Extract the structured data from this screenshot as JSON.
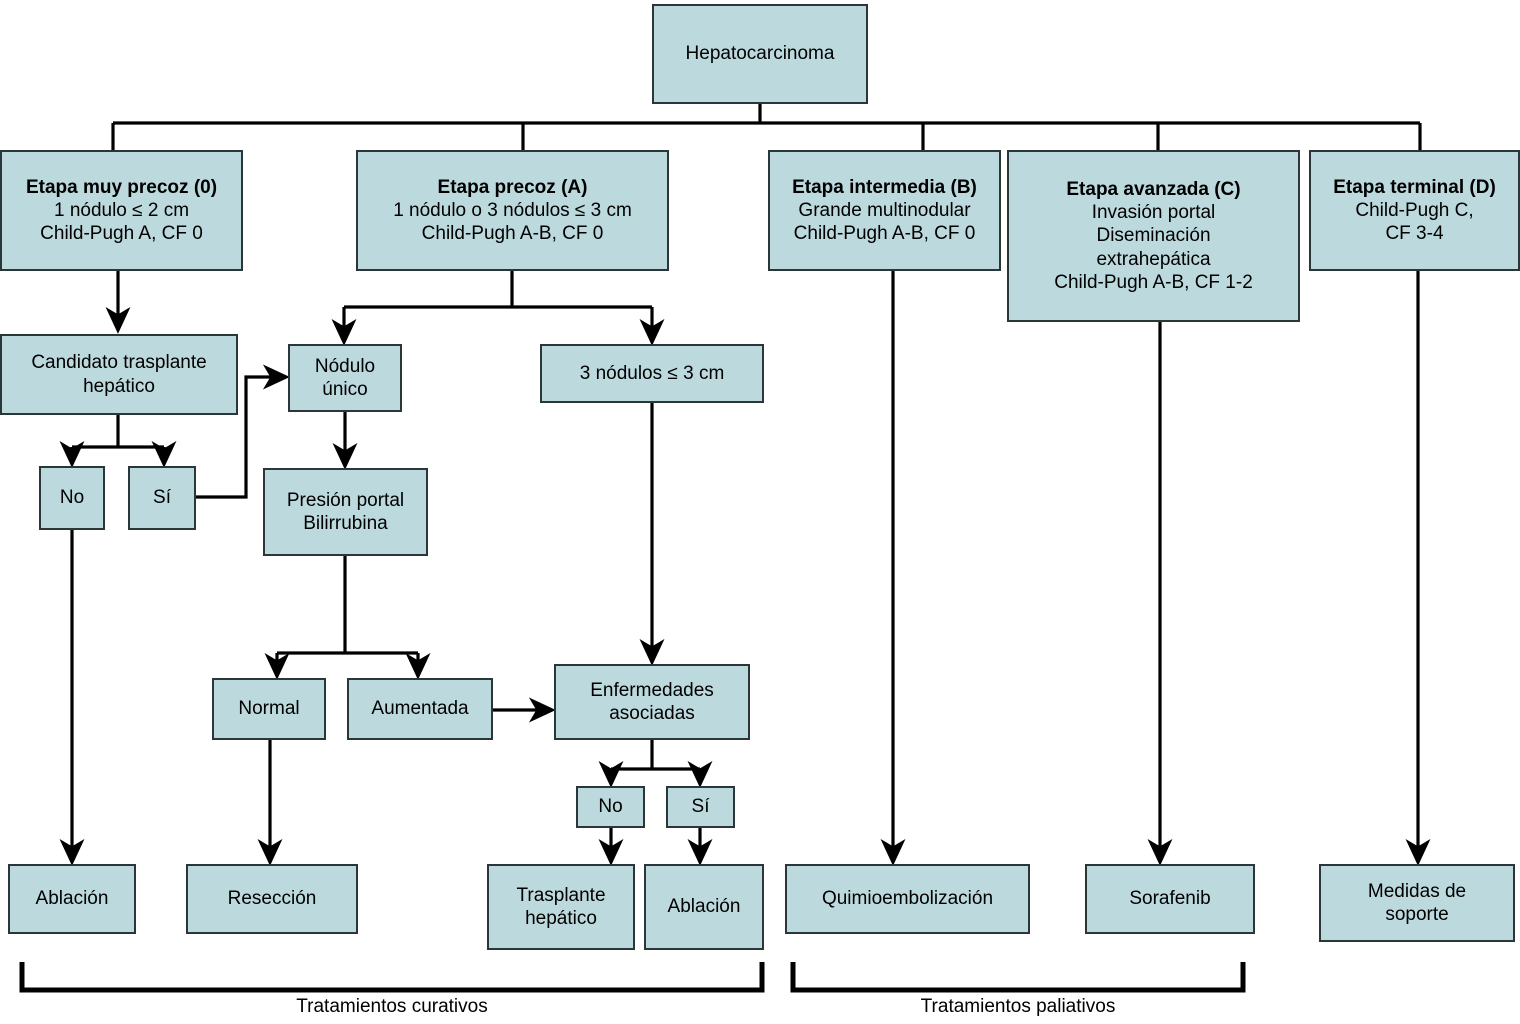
{
  "diagram": {
    "title": "Hepatocarcinoma",
    "colors": {
      "node_fill": "#bcd9de",
      "node_border": "#2b3638",
      "connector": "#000000",
      "background": "#ffffff"
    }
  },
  "nodes": {
    "root": {
      "label": "Hepatocarcinoma"
    },
    "stage0": {
      "title": "Etapa muy precoz (0)",
      "line1": "1 nódulo ≤ 2 cm",
      "line2": "Child-Pugh A, CF 0"
    },
    "stageA": {
      "title": "Etapa precoz (A)",
      "line1": "1 nódulo o 3 nódulos ≤ 3 cm",
      "line2": "Child-Pugh A-B, CF 0"
    },
    "stageB": {
      "title": "Etapa intermedia (B)",
      "line1": "Grande multinodular",
      "line2": "Child-Pugh A-B, CF 0"
    },
    "stageC": {
      "title": "Etapa avanzada (C)",
      "line1": "Invasión portal",
      "line2": "Diseminación",
      "line3": "extrahepática",
      "line4": "Child-Pugh A-B, CF 1-2"
    },
    "stageD": {
      "title": "Etapa terminal (D)",
      "line1": "Child-Pugh C,",
      "line2": "CF 3-4"
    },
    "candidato": {
      "line1": "Candidato trasplante",
      "line2": "hepático"
    },
    "cand_no": {
      "label": "No"
    },
    "cand_si": {
      "label": "Sí"
    },
    "nodulo_unico": {
      "line1": "Nódulo",
      "line2": "único"
    },
    "tres_nodulos": {
      "label": "3 nódulos ≤ 3 cm"
    },
    "presion_portal": {
      "line1": "Presión portal",
      "line2": "Bilirrubina"
    },
    "normal": {
      "label": "Normal"
    },
    "aumentada": {
      "label": "Aumentada"
    },
    "enfermedades": {
      "line1": "Enfermedades",
      "line2": "asociadas"
    },
    "enf_no": {
      "label": "No"
    },
    "enf_si": {
      "label": "Sí"
    },
    "ablacion_left": {
      "label": "Ablación"
    },
    "reseccion": {
      "label": "Resección"
    },
    "trasplante_hepatico": {
      "line1": "Trasplante",
      "line2": "hepático"
    },
    "ablacion_right": {
      "label": "Ablación"
    },
    "quimioembolizacion": {
      "label": "Quimioembolización"
    },
    "sorafenib": {
      "label": "Sorafenib"
    },
    "medidas_soporte": {
      "line1": "Medidas de",
      "line2": "soporte"
    }
  },
  "brackets": {
    "curativos": {
      "label": "Tratamientos curativos"
    },
    "paliativos": {
      "label": "Tratamientos paliativos"
    }
  }
}
